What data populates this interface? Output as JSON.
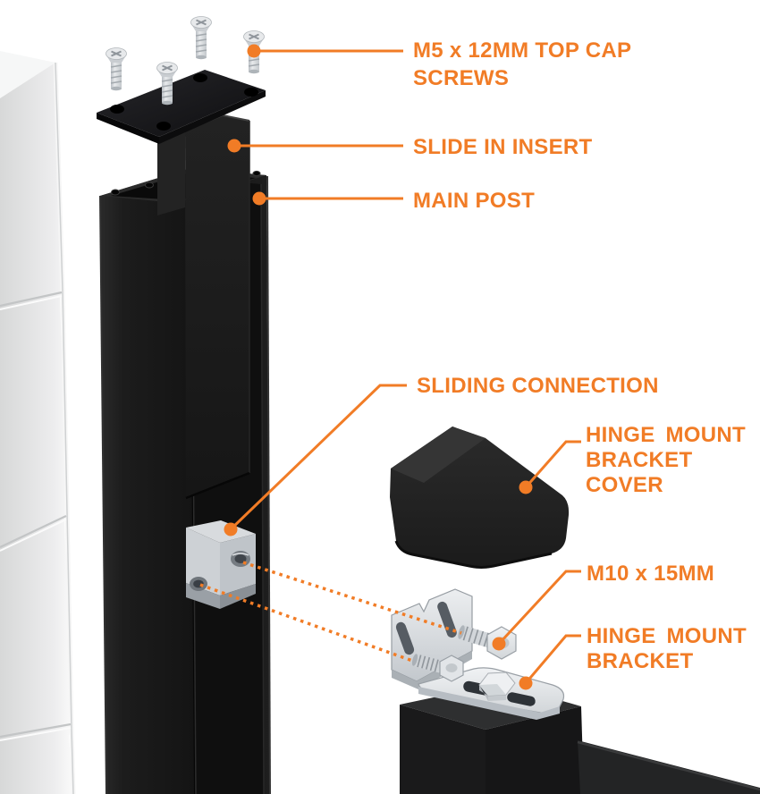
{
  "accent_color": "#F17C26",
  "colors": {
    "post_black": "#181818",
    "metal_silver": "#d8dbde",
    "wall_gray": "#e6e7e7"
  },
  "labels": [
    {
      "id": "top-cap-screws",
      "text": "M5 x 12MM TOP CAP\nSCREWS"
    },
    {
      "id": "slide-in-insert",
      "text": "SLIDE IN INSERT"
    },
    {
      "id": "main-post",
      "text": "MAIN POST"
    },
    {
      "id": "sliding-connection",
      "text": "SLIDING CONNECTION"
    },
    {
      "id": "hinge-mount-bracket-cover",
      "text": "HINGE MOUNT\nBRACKET\nCOVER"
    },
    {
      "id": "m10-screw",
      "text": "M10 x 15MM"
    },
    {
      "id": "hinge-mount-bracket",
      "text": "HINGE MOUNT\nBRACKET"
    }
  ],
  "parts": [
    "masonry-wall",
    "main-post",
    "slide-in-insert",
    "top-cap-plate",
    "top-cap-screws",
    "sliding-connection-block",
    "hinge-mount-bracket-cover",
    "m10-bolts",
    "hinge-mount-bracket",
    "gate-frame"
  ]
}
